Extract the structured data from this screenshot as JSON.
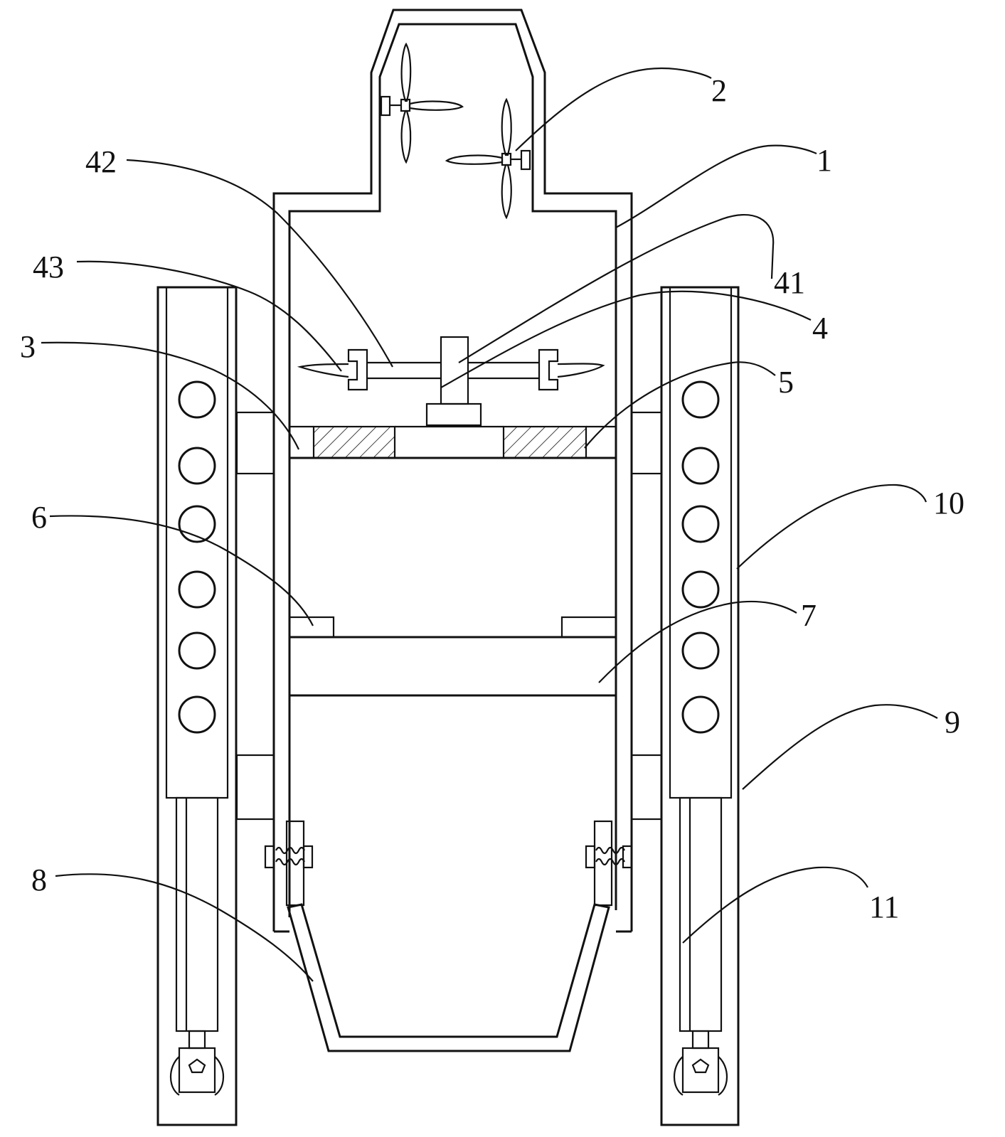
{
  "labels": {
    "l1": "1",
    "l2": "2",
    "l3": "3",
    "l4": "4",
    "l41": "41",
    "l42": "42",
    "l43": "43",
    "l5": "5",
    "l6": "6",
    "l7": "7",
    "l8": "8",
    "l9": "9",
    "l10": "10",
    "l11": "11"
  }
}
